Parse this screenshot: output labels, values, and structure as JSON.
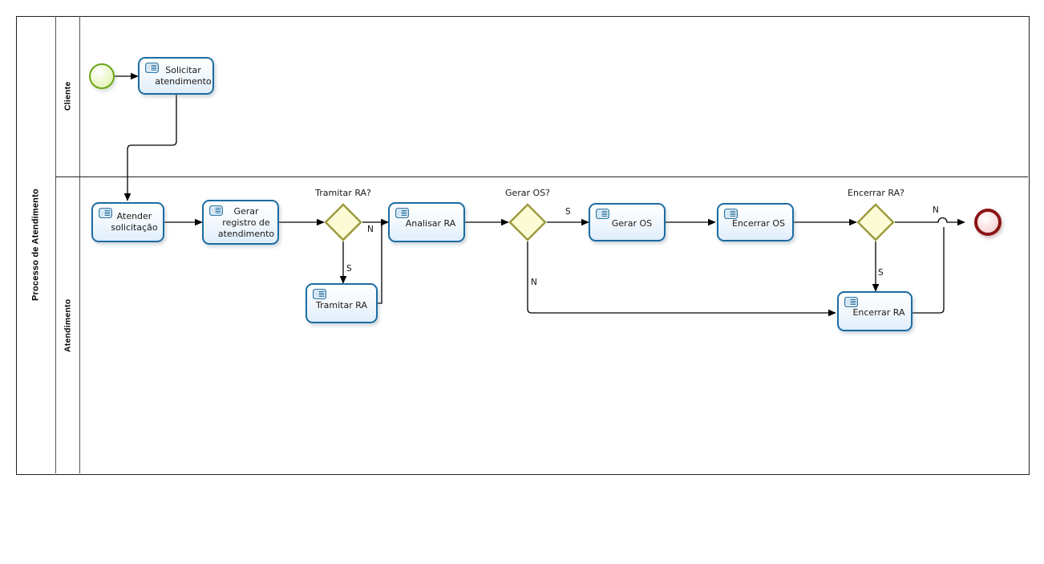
{
  "diagram": {
    "type": "bpmn-process",
    "pool": {
      "name": "Processo de Atendimento"
    },
    "lanes": [
      {
        "id": "cliente",
        "name": "Cliente"
      },
      {
        "id": "atendimento",
        "name": "Atendimento"
      }
    ],
    "colors": {
      "task_border": "#1c6ca1",
      "task_fill": "#eef6fd",
      "gateway_border": "#9a9a3b",
      "gateway_fill": "#fbfbd6",
      "start_border": "#6aa517",
      "start_fill": "#e8f6c4",
      "end_border": "#8c1515",
      "end_fill": "#f6d9d9",
      "flow_line": "#000000",
      "frame": "#222222"
    },
    "events": [
      {
        "id": "start",
        "name": "start-event",
        "kind": "start",
        "lane": "cliente"
      },
      {
        "id": "end",
        "name": "end-event",
        "kind": "end",
        "lane": "atendimento"
      }
    ],
    "tasks": [
      {
        "id": "t1",
        "label": "Solicitar\natendimento",
        "lane": "cliente",
        "icon": "user-task-icon"
      },
      {
        "id": "t2",
        "label": "Atender\nsolicitação",
        "lane": "atendimento",
        "icon": "user-task-icon"
      },
      {
        "id": "t3",
        "label": "Gerar\nregistro de\natendimento",
        "lane": "atendimento",
        "icon": "user-task-icon"
      },
      {
        "id": "t4",
        "label": "Tramitar RA",
        "lane": "atendimento",
        "icon": "user-task-icon"
      },
      {
        "id": "t5",
        "label": "Analisar RA",
        "lane": "atendimento",
        "icon": "user-task-icon"
      },
      {
        "id": "t6",
        "label": "Gerar OS",
        "lane": "atendimento",
        "icon": "user-task-icon"
      },
      {
        "id": "t7",
        "label": "Encerrar OS",
        "lane": "atendimento",
        "icon": "user-task-icon"
      },
      {
        "id": "t8",
        "label": "Encerrar RA",
        "lane": "atendimento",
        "icon": "user-task-icon"
      }
    ],
    "gateways": [
      {
        "id": "g1",
        "label": "Tramitar RA?",
        "lane": "atendimento",
        "kind": "exclusive"
      },
      {
        "id": "g2",
        "label": "Gerar OS?",
        "lane": "atendimento",
        "kind": "exclusive"
      },
      {
        "id": "g3",
        "label": "Encerrar RA?",
        "lane": "atendimento",
        "kind": "exclusive"
      }
    ],
    "flow_labels": {
      "g1_no": "N",
      "g1_yes": "S",
      "g2_yes": "S",
      "g2_no": "N",
      "g3_no": "N",
      "g3_yes": "S"
    },
    "sequence_flows": [
      {
        "from": "start",
        "to": "t1",
        "label": ""
      },
      {
        "from": "t1",
        "to": "t2",
        "label": ""
      },
      {
        "from": "t2",
        "to": "t3",
        "label": ""
      },
      {
        "from": "t3",
        "to": "g1",
        "label": ""
      },
      {
        "from": "g1",
        "to": "t5",
        "label": "N"
      },
      {
        "from": "g1",
        "to": "t4",
        "label": "S"
      },
      {
        "from": "t4",
        "to": "t5",
        "label": ""
      },
      {
        "from": "t5",
        "to": "g2",
        "label": ""
      },
      {
        "from": "g2",
        "to": "t6",
        "label": "S"
      },
      {
        "from": "g2",
        "to": "t8",
        "label": "N"
      },
      {
        "from": "t6",
        "to": "t7",
        "label": ""
      },
      {
        "from": "t7",
        "to": "g3",
        "label": ""
      },
      {
        "from": "g3",
        "to": "end",
        "label": "N"
      },
      {
        "from": "g3",
        "to": "t8",
        "label": "S"
      },
      {
        "from": "t8",
        "to": "end",
        "label": ""
      }
    ]
  }
}
